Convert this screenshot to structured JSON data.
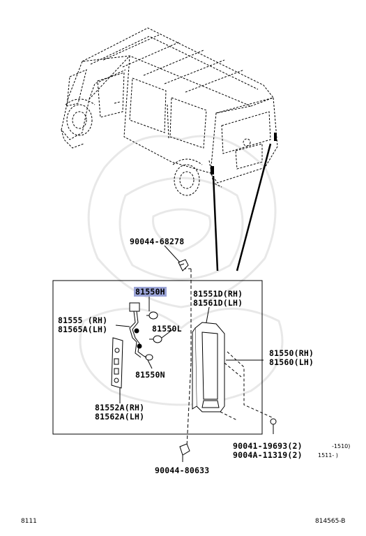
{
  "parts": {
    "bolt_top": "90044-68278",
    "bulb_stop": "81550H",
    "socket_rh": "81555 (RH)",
    "socket_lh": "81565A(LH)",
    "bulb_l": "81550L",
    "bulb_n": "81550N",
    "gasket_rh": "81551D(RH)",
    "gasket_lh": "81561D(LH)",
    "lamp_rh": "81550(RH)",
    "lamp_lh": "81560(LH)",
    "cord_rh": "81552A(RH)",
    "cord_lh": "81562A(LH)",
    "nut_1": "90041-19693(2)",
    "nut_1_range": "-1510)",
    "nut_2": "9004A-11319(2)",
    "nut_2_range": "1511-   )",
    "bolt_bottom": "90044-80633"
  },
  "footer": {
    "left_code": "8111",
    "right_code": "814565-B"
  },
  "colors": {
    "highlight": "#9aa3d6",
    "line": "#000000",
    "watermark": "#e6e6e6"
  }
}
